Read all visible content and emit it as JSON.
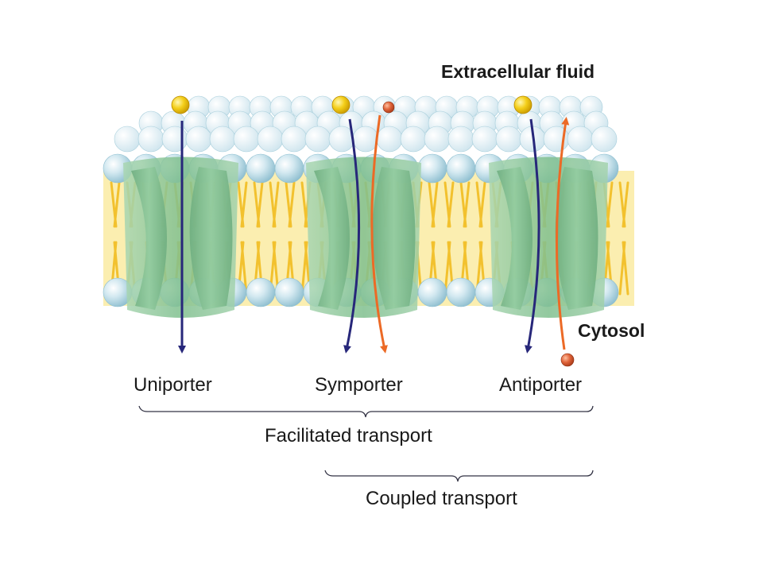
{
  "regions": {
    "extracellular": "Extracellular fluid",
    "cytosol": "Cytosol"
  },
  "transporters": {
    "uniporter": "Uniporter",
    "symporter": "Symporter",
    "antiporter": "Antiporter"
  },
  "groups": {
    "facilitated": "Facilitated transport",
    "coupled": "Coupled transport"
  },
  "colors": {
    "background": "#ffffff",
    "membrane_core": "#fbeeb0",
    "lipid_tail": "#f2c12e",
    "lipid_head": "#bfdde8",
    "protein": "#8fc99c",
    "primary_solute": "#f2c40f",
    "secondary_solute": "#e0643a",
    "primary_arrow": "#27277a",
    "secondary_arrow": "#ec6a26"
  }
}
